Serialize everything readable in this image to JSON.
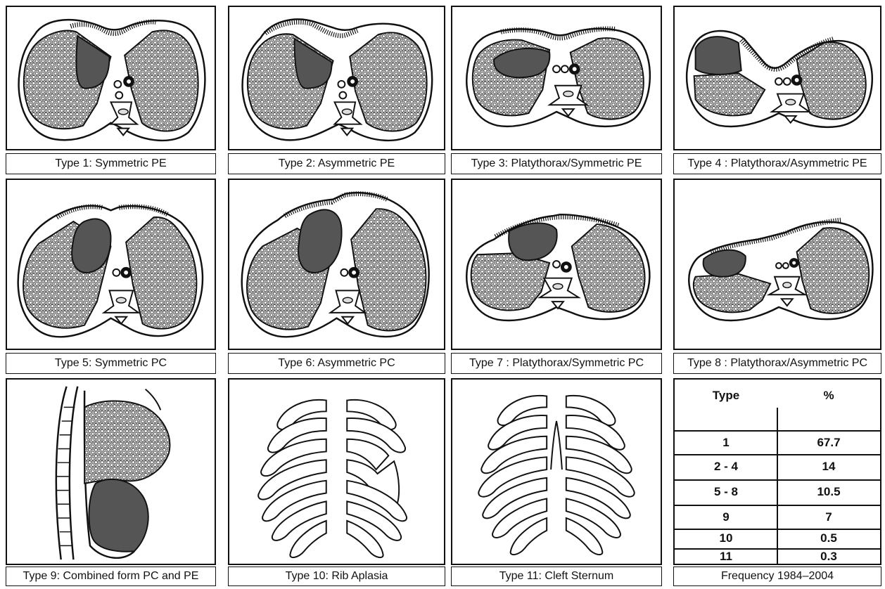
{
  "captions": [
    "Type 1: Symmetric PE",
    "Type 2: Asymmetric PE",
    "Type 3: Platythorax/Symmetric PE",
    "Type 4 : Platythorax/Asymmetric PE",
    "Type 5: Symmetric PC",
    "Type 6: Asymmetric PC",
    "Type 7 : Platythorax/Symmetric PC",
    "Type 8 : Platythorax/Asymmetric PC",
    "Type 9: Combined form PC and PE",
    "Type 10: Rib Aplasia",
    "Type 11: Cleft Sternum",
    "Frequency 1984–2004"
  ],
  "frequency_table": {
    "headers": [
      "Type",
      "%"
    ],
    "rows": [
      {
        "type": "1",
        "pct": "67.7"
      },
      {
        "type": "2 - 4",
        "pct": "14"
      },
      {
        "type": "5 - 8",
        "pct": "10.5"
      },
      {
        "type": "9",
        "pct": "7"
      },
      {
        "type": "10",
        "pct": "0.5"
      },
      {
        "type": "11",
        "pct": "0.3"
      }
    ]
  },
  "colors": {
    "line": "#111111",
    "heart": "#555555",
    "lung_bg": "#e9e9e9"
  }
}
